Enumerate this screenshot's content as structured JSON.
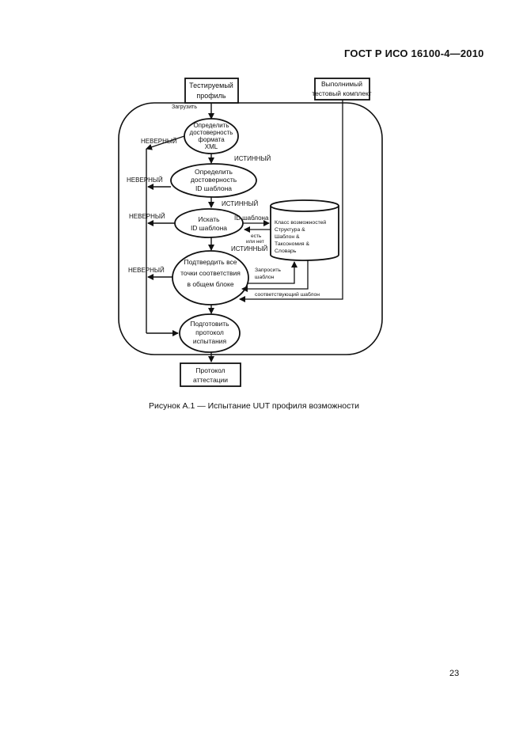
{
  "header": {
    "title": "ГОСТ Р ИСО 16100-4—2010"
  },
  "diagram": {
    "box_profile": [
      "Тестируемый",
      "профиль"
    ],
    "box_suite": [
      "Выполнимый",
      "тестовый комплект"
    ],
    "label_load": "Загрузить",
    "node_validate_xml": [
      "Определить",
      "достоверность",
      "формата",
      "XML"
    ],
    "node_validate_id": [
      "Определить",
      "достоверность",
      "ID шаблона"
    ],
    "node_search": [
      "Искать",
      "ID шаблона"
    ],
    "node_confirm": [
      "Подтвердить все",
      "точки соответствия",
      "в общем блоке"
    ],
    "node_prepare": [
      "Подготовить",
      "протокол",
      "испытания"
    ],
    "label_false": "НЕВЕРНЫЙ",
    "label_true": "ИСТИННЫЙ",
    "label_id_template": "ID шаблона",
    "label_exists": [
      "есть",
      "или нет"
    ],
    "db_text": [
      "Класс возможностей",
      "Структура &",
      "Шаблон &",
      "Таксономия &",
      "Словарь"
    ],
    "label_request": [
      "Запросить",
      "шаблон"
    ],
    "label_matching": "соответствующий шаблон",
    "box_report": [
      "Протокол",
      "аттестации"
    ]
  },
  "caption": "Рисунок А.1 — Испытание UUT профиля возможности",
  "page_number": "23"
}
